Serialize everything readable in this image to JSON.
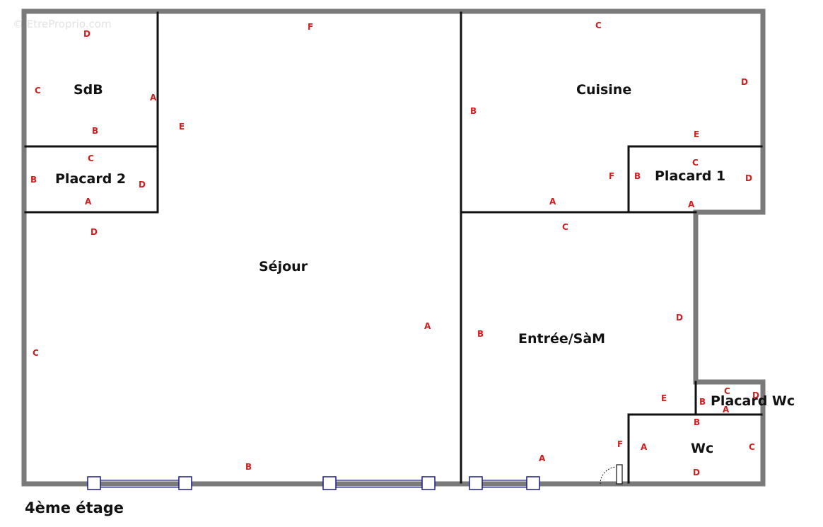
{
  "watermark": "© EtreProprio.com",
  "floor_label": "4ème étage",
  "rooms": {
    "sdb": "SdB",
    "placard2": "Placard 2",
    "sejour": "Séjour",
    "cuisine": "Cuisine",
    "placard1": "Placard 1",
    "entree": "Entrée/SàM",
    "placard_wc": "Placard Wc",
    "wc": "Wc"
  },
  "wall_marks": {
    "sdb": [
      "D",
      "C",
      "A",
      "B"
    ],
    "placard2": [
      "C",
      "B",
      "D",
      "A"
    ],
    "sejour": [
      "F",
      "E",
      "D",
      "C",
      "A",
      "B"
    ],
    "cuisine": [
      "C",
      "D",
      "B",
      "E",
      "F",
      "A"
    ],
    "placard1": [
      "C",
      "B",
      "D",
      "A"
    ],
    "entree": [
      "C",
      "D",
      "B",
      "E",
      "A",
      "F"
    ],
    "placard_wc": [
      "C",
      "D",
      "B",
      "A"
    ],
    "wc": [
      "B",
      "A",
      "C",
      "D"
    ]
  },
  "colors": {
    "wall_mark": "#d21e1e",
    "wall": "#111111",
    "outer_wall": "#7a7a7a",
    "window": "#1a1a8a"
  }
}
